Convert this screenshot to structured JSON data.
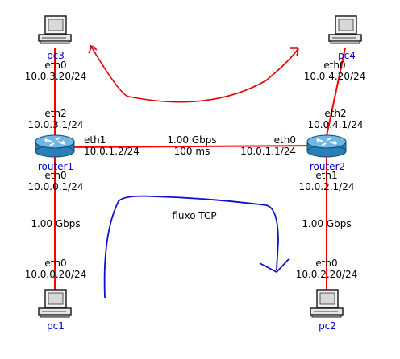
{
  "colors": {
    "link": "#ff0000",
    "node_name": "#0000cc",
    "text": "#000000",
    "annotation_red": "#e00000",
    "annotation_blue": "#1010d0",
    "router_body": "#2b7fb8",
    "router_top": "#6fb7e6",
    "pc_screen": "#d8d8d8"
  },
  "nodes": {
    "pc3": {
      "name": "pc3",
      "icon": "pc-icon",
      "iface": "eth0",
      "ip": "10.0.3.20/24"
    },
    "pc4": {
      "name": "pc4",
      "icon": "pc-icon",
      "iface": "eth0",
      "ip": "10.0.4.20/24"
    },
    "router1": {
      "name": "router1",
      "icon": "router-icon",
      "eth2": {
        "iface": "eth2",
        "ip": "10.0.3.1/24"
      },
      "eth1": {
        "iface": "eth1",
        "ip": "10.0.1.2/24"
      },
      "eth0": {
        "iface": "eth0",
        "ip": "10.0.0.1/24"
      }
    },
    "router2": {
      "name": "router2",
      "icon": "router-icon",
      "eth2": {
        "iface": "eth2",
        "ip": "10.0.4.1/24"
      },
      "eth0": {
        "iface": "eth0",
        "ip": "10.0.1.1/24"
      },
      "eth1": {
        "iface": "eth1",
        "ip": "10.0.2.1/24"
      }
    },
    "pc1": {
      "name": "pc1",
      "icon": "pc-icon",
      "iface": "eth0",
      "ip": "10.0.0.20/24"
    },
    "pc2": {
      "name": "pc2",
      "icon": "pc-icon",
      "iface": "eth0",
      "ip": "10.0.2.20/24"
    }
  },
  "links": {
    "router_link": {
      "bandwidth": "1.00 Gbps",
      "delay": "100 ms"
    },
    "pc1_link": {
      "bandwidth": "1.00 Gbps"
    },
    "pc2_link": {
      "bandwidth": "1.00 Gbps"
    }
  },
  "annotations": {
    "tcp_flow": "fluxo TCP"
  }
}
